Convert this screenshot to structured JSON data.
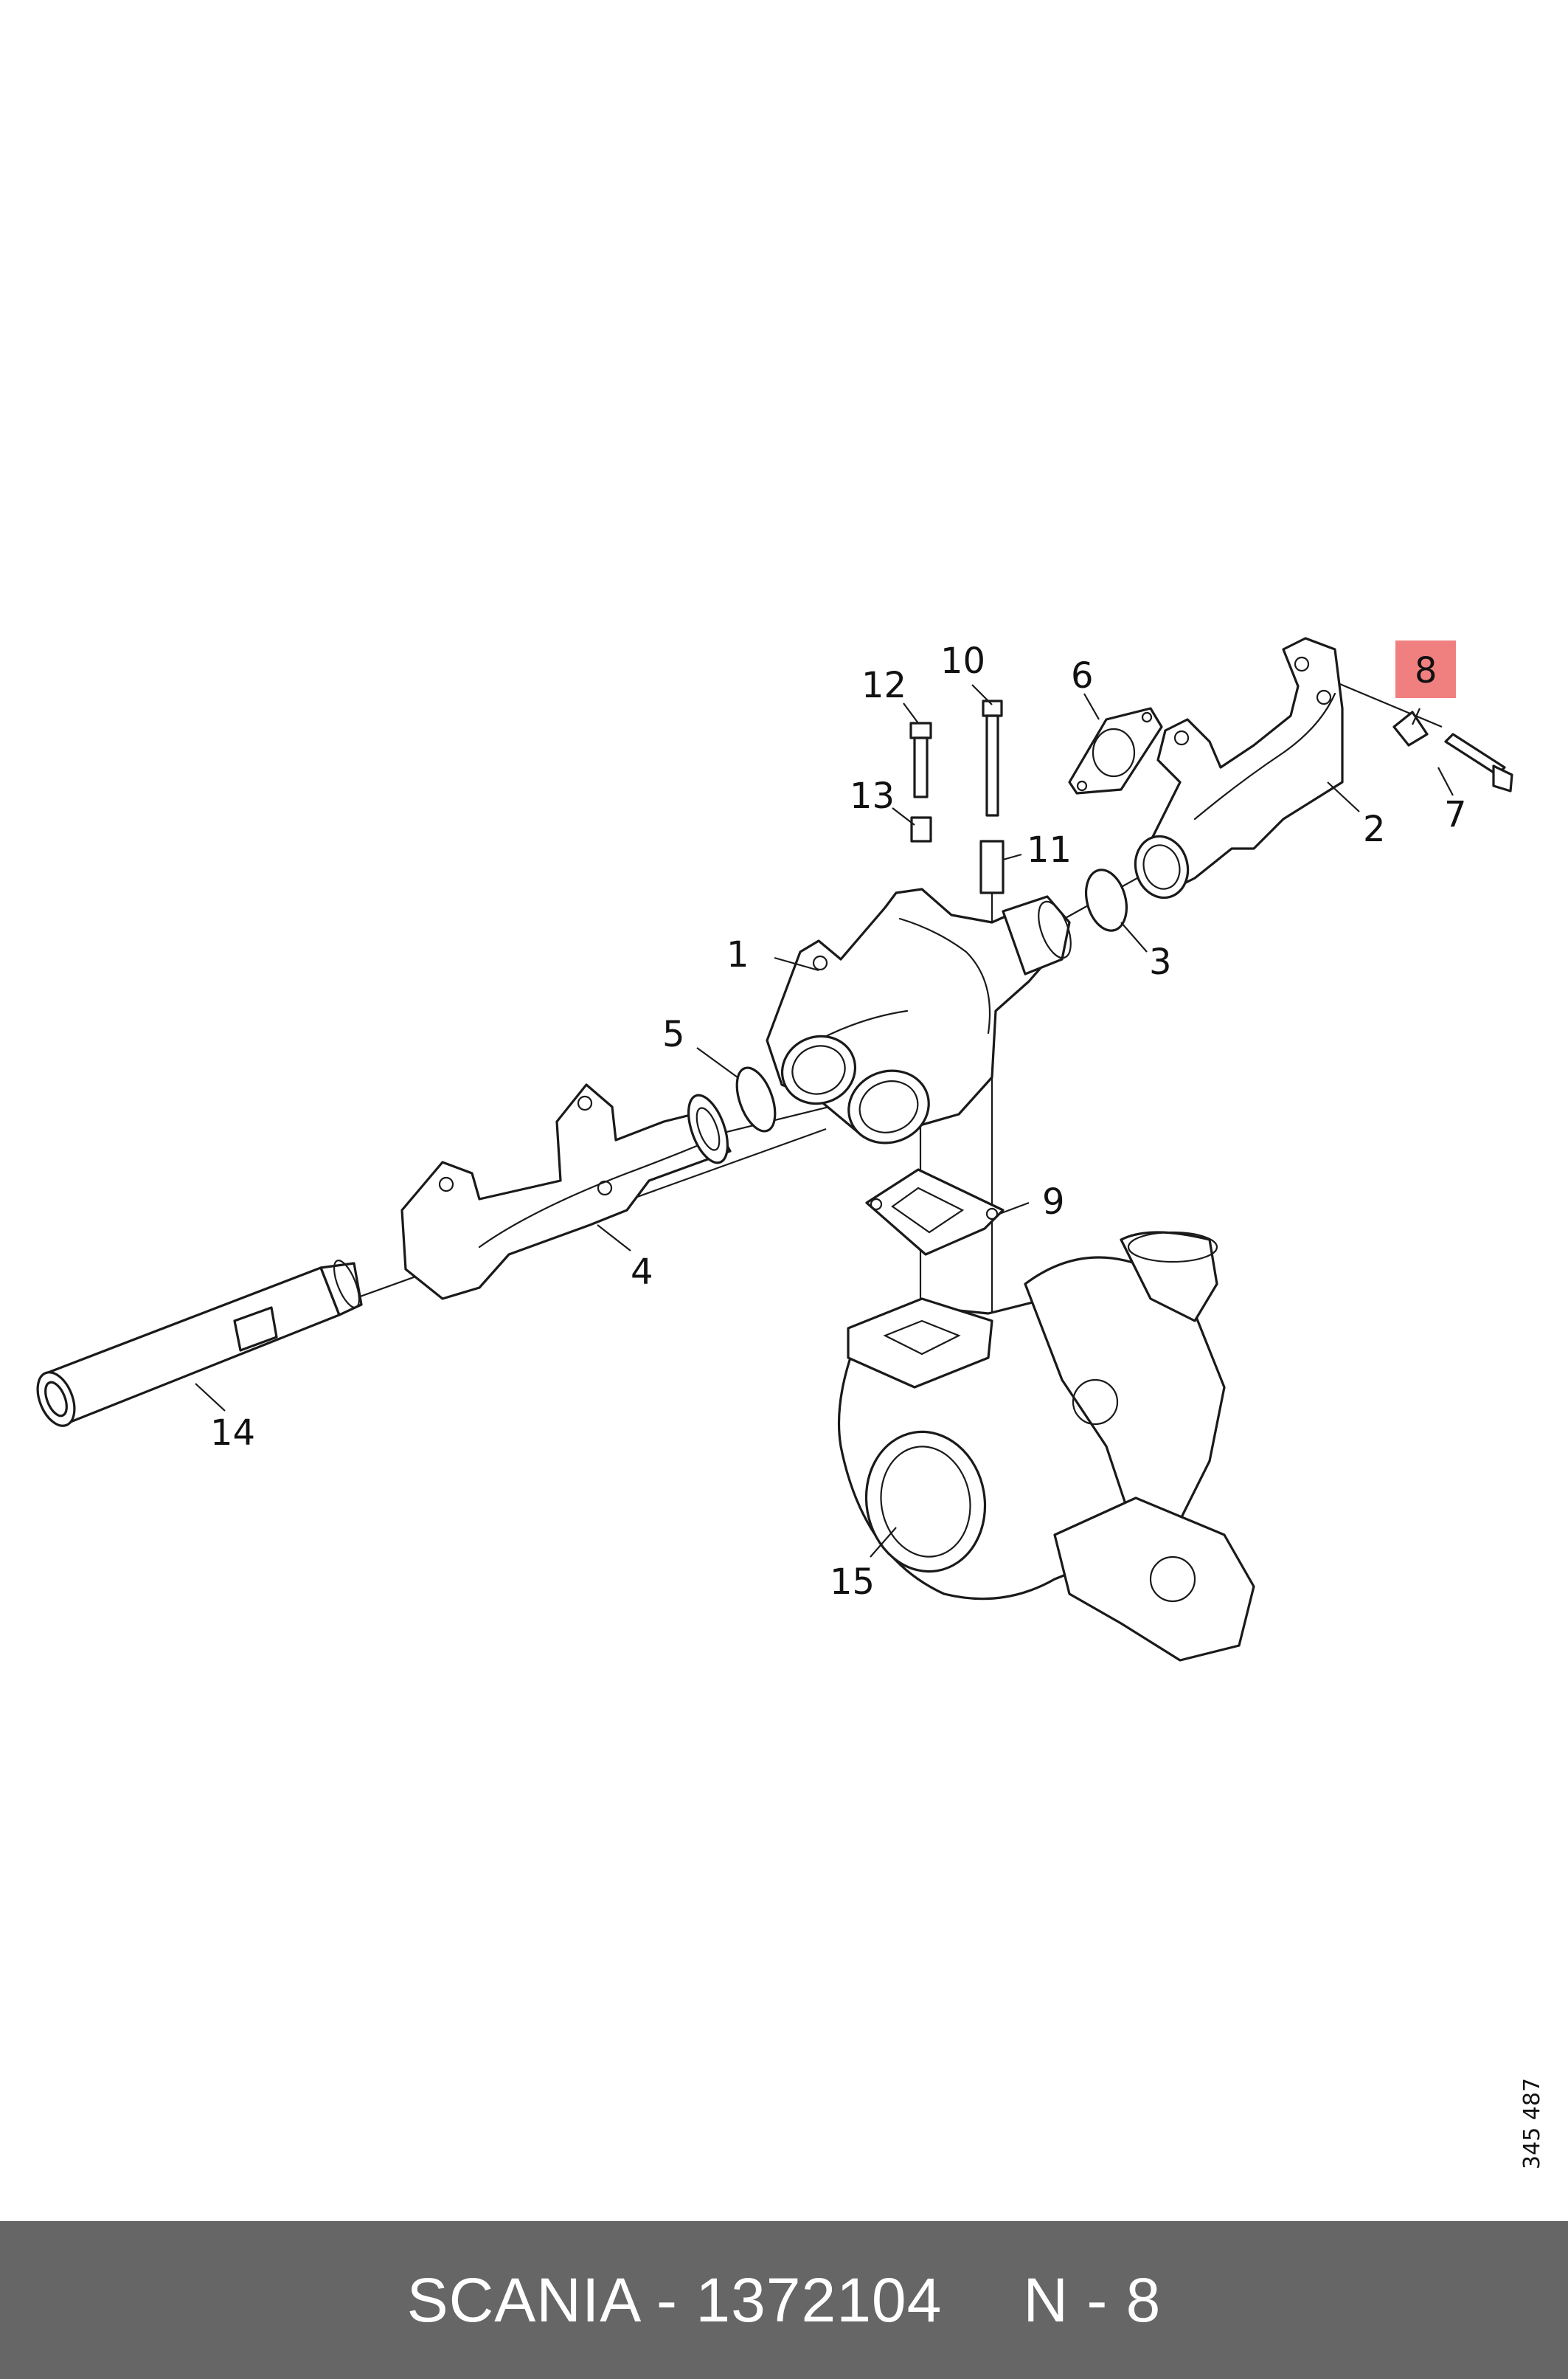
{
  "diagram": {
    "callouts": [
      {
        "id": "c1",
        "label": "1"
      },
      {
        "id": "c2",
        "label": "2"
      },
      {
        "id": "c3",
        "label": "3"
      },
      {
        "id": "c4",
        "label": "4"
      },
      {
        "id": "c5",
        "label": "5"
      },
      {
        "id": "c6",
        "label": "6"
      },
      {
        "id": "c7",
        "label": "7"
      },
      {
        "id": "c8",
        "label": "8",
        "highlighted": true
      },
      {
        "id": "c9",
        "label": "9"
      },
      {
        "id": "c10",
        "label": "10"
      },
      {
        "id": "c11",
        "label": "11"
      },
      {
        "id": "c12",
        "label": "12"
      },
      {
        "id": "c13",
        "label": "13"
      },
      {
        "id": "c14",
        "label": "14"
      },
      {
        "id": "c15",
        "label": "15"
      }
    ],
    "highlight_color": "#f08080",
    "reference_code": "345 487"
  },
  "footer": {
    "brand_part": "SCANIA - 1372104",
    "position": "N - 8",
    "background_color": "#666666",
    "text_color": "#ffffff"
  }
}
